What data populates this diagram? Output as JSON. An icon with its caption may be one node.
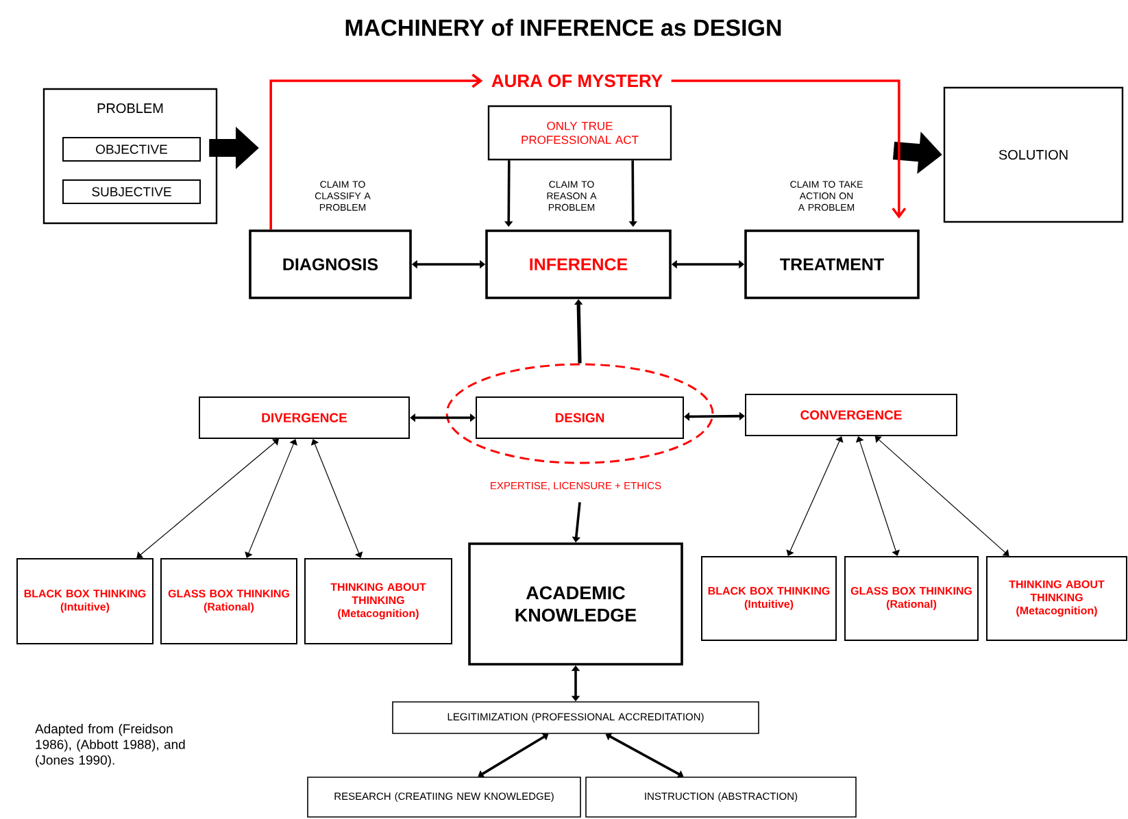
{
  "diagram": {
    "title": "MACHINERY of INFERENCE as DESIGN",
    "nodes": [
      {
        "text": [
          "PROBLEM"
        ]
      },
      {
        "text": [
          "OBJECTIVE"
        ],
        "in": 0
      },
      {
        "text": [
          "SUBJECTIVE"
        ],
        "in": 0
      },
      {
        "text": [
          "SOLUTION"
        ]
      },
      {
        "text": [
          "AURA OF MYSTERY"
        ]
      },
      {
        "text": [
          "ONLY TRUE PROFESSIONAL ACT"
        ]
      },
      {
        "text": [
          "DIAGNOSIS"
        ],
        "beside": [
          "CLAIM TO CLASSIFY A PROBLEM"
        ]
      },
      {
        "text": [
          "INFERENCE"
        ],
        "beside": [
          "CLAIM TO REASON A PROBLEM"
        ]
      },
      {
        "text": [
          "TREATMENT"
        ],
        "beside": [
          "CLAIM TO TAKE ACTION ON A PROBLEM"
        ]
      },
      {
        "text": [
          "DIVERGENCE"
        ]
      },
      {
        "text": [],
        "shape": "ellipse"
      },
      {
        "text": [
          "DESIGN"
        ],
        "in": 10
      },
      {
        "text": [
          "CONVERGENCE"
        ]
      },
      {
        "text": [
          "BLACK BOX THINKING",
          "(Intuitive)"
        ]
      },
      {
        "text": [
          "GLASS BOX THINKING",
          "(Rational)"
        ]
      },
      {
        "text": [
          "THINKING ABOUT THINKING",
          "(Metacognition)"
        ]
      },
      {
        "text": [
          "ACADEMIC KNOWLEDGE"
        ]
      },
      {
        "text": [
          "BLACK BOX THINKING",
          "(Intuitive)"
        ]
      },
      {
        "text": [
          "GLASS BOX THINKING",
          "(Rational)"
        ]
      },
      {
        "text": [
          "THINKING ABOUT THINKING",
          "(Metacognition)"
        ]
      },
      {
        "text": [
          "LEGITIMIZATION (PROFESSIONAL ACCREDITATION)"
        ]
      },
      {
        "text": [
          "RESEARCH (CREATIING NEW KNOWLEDGE)"
        ]
      },
      {
        "text": [
          "INSTRUCTION (ABSTRACTION)"
        ]
      }
    ],
    "edges": [
      {
        "from": 0,
        "to": null,
        "arrow": "to",
        "style": "thick"
      },
      {
        "from": null,
        "to": 3,
        "arrow": "to",
        "style": "thick"
      },
      {
        "from": 6,
        "to": 4,
        "arrow": "to",
        "color": "#ff0000"
      },
      {
        "from": 4,
        "to": 8,
        "arrow": "to",
        "color": "#ff0000"
      },
      {
        "from": 5,
        "to": 7,
        "arrow": "to"
      },
      {
        "from": 5,
        "to": 7,
        "arrow": "to"
      },
      {
        "from": 6,
        "to": 7,
        "arrow": "both"
      },
      {
        "from": 7,
        "to": 8,
        "arrow": "both"
      },
      {
        "from": 10,
        "to": 7,
        "arrow": "to"
      },
      {
        "from": 9,
        "to": 11,
        "arrow": "both"
      },
      {
        "from": 11,
        "to": 12,
        "arrow": "both"
      },
      {
        "from": 9,
        "to": 13,
        "arrow": "both"
      },
      {
        "from": 9,
        "to": 14,
        "arrow": "both"
      },
      {
        "from": 9,
        "to": 15,
        "arrow": "both"
      },
      {
        "from": 12,
        "to": 17,
        "arrow": "both"
      },
      {
        "from": 12,
        "to": 18,
        "arrow": "both"
      },
      {
        "from": 12,
        "to": 19,
        "arrow": "both"
      },
      {
        "from": 10,
        "to": 16,
        "arrow": "to",
        "label": "EXPERTISE, LICENSURE + ETHICS"
      },
      {
        "from": 16,
        "to": 20,
        "arrow": "both"
      },
      {
        "from": 20,
        "to": 21,
        "arrow": "both"
      },
      {
        "from": 20,
        "to": 22,
        "arrow": "both"
      }
    ],
    "labels": [
      "Adapted from (Freidson 1986), (Abbott 1988), and (Jones 1990)."
    ]
  }
}
